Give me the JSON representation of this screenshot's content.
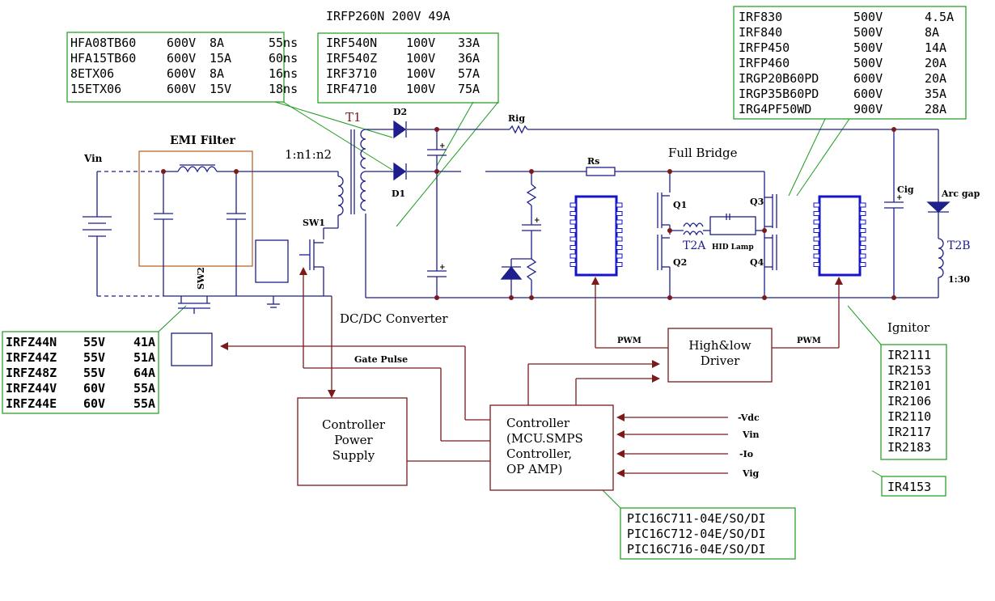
{
  "colors": {
    "wire": "#1e1e8c",
    "control": "#7a1a1a",
    "note": "#1c9b1c",
    "ic": "#1414c8",
    "filter_box": "#b35a1a",
    "text": "#000000"
  },
  "top_mosfet": "IRFP260N   200V   49A",
  "diode_table": {
    "rows": [
      [
        "HFA08TB60",
        "600V",
        "8A",
        "55ns"
      ],
      [
        "HFA15TB60",
        "600V",
        "15A",
        "60ns"
      ],
      [
        "8ETX06",
        "600V",
        "8A",
        "16ns"
      ],
      [
        "15ETX06",
        "600V",
        "15V",
        "18ns"
      ]
    ]
  },
  "dcdc_mosfet_table": {
    "rows": [
      [
        "IRF540N",
        "100V",
        "33A"
      ],
      [
        "IRF540Z",
        "100V",
        "36A"
      ],
      [
        "IRF3710",
        "100V",
        "57A"
      ],
      [
        "IRF4710",
        "100V",
        "75A"
      ]
    ]
  },
  "bridge_mosfet_table": {
    "rows": [
      [
        "IRF830",
        "500V",
        "4.5A"
      ],
      [
        "IRF840",
        "500V",
        "8A"
      ],
      [
        "IRFP450",
        "500V",
        "14A"
      ],
      [
        "IRFP460",
        "500V",
        "20A"
      ],
      [
        "IRGP20B60PD",
        "600V",
        "20A"
      ],
      [
        "IRGP35B60PD",
        "600V",
        "35A"
      ],
      [
        "IRG4PF50WD",
        "900V",
        "28A"
      ]
    ]
  },
  "sw2_mosfet_table": {
    "rows": [
      [
        "IRFZ44N",
        "55V",
        "41A"
      ],
      [
        "IRFZ44Z",
        "55V",
        "51A"
      ],
      [
        "IRFZ48Z",
        "55V",
        "64A"
      ],
      [
        "IRFZ44V",
        "60V",
        "55A"
      ],
      [
        "IRFZ44E",
        "60V",
        "55A"
      ]
    ]
  },
  "driver_ic_list": [
    "IR2111",
    "IR2153",
    "IR2101",
    "IR2106",
    "IR2110",
    "IR2117",
    "IR2183"
  ],
  "ignitor_ic": "IR4153",
  "mcu_list": [
    "PIC16C711-04E/SO/DI",
    "PIC16C712-04E/SO/DI",
    "PIC16C716-04E/SO/DI"
  ],
  "labels": {
    "emi_filter": "EMI Filter",
    "vin": "Vin",
    "t1": "T1",
    "ratio": "1:n1:n2",
    "d1": "D1",
    "d2": "D2",
    "sw1": "SW1",
    "sw2": "SW2",
    "rig": "Rig",
    "rs": "Rs",
    "full_bridge": "Full Bridge",
    "q1": "Q1",
    "q2": "Q2",
    "q3": "Q3",
    "q4": "Q4",
    "t2a": "T2A",
    "hid_lamp": "HID Lamp",
    "cig": "Cig",
    "arc_gap": "Arc gap",
    "t2b": "T2B",
    "t2b_ratio": "1:30",
    "ignitor": "Ignitor",
    "dcdc": "DC/DC Converter",
    "gate_pulse": "Gate Pulse",
    "pwm_left": "PWM",
    "pwm_right": "PWM",
    "driver_line1": "High&low",
    "driver_line2": "Driver",
    "cps_line1": "Controller",
    "cps_line2": "Power",
    "cps_line3": "Supply",
    "ctrl_line1": "Controller",
    "ctrl_line2": "(MCU.SMPS",
    "ctrl_line3": "Controller,",
    "ctrl_line4": "OP AMP)",
    "vdc": "-Vdc",
    "vin_in": "Vin",
    "io": "-Io",
    "vig": "Vig",
    "plus": "+"
  }
}
